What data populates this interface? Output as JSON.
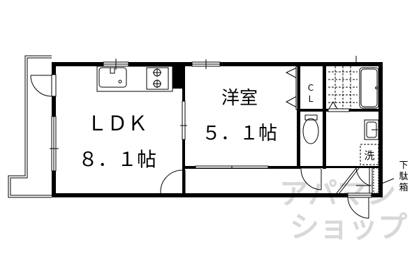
{
  "floor_plan": {
    "rooms": [
      {
        "id": "ldk",
        "name": "ＬＤＫ",
        "size": "８．１帖"
      },
      {
        "id": "western",
        "name": "洋室",
        "size": "５．１帖"
      },
      {
        "id": "closet",
        "name_line1": "C",
        "name_line2": "L"
      },
      {
        "id": "washer",
        "name": "洗"
      },
      {
        "id": "shoe-box",
        "line1": "下",
        "line2": "駄",
        "line3": "箱"
      }
    ],
    "watermark": {
      "line1": "アパマン",
      "line2": "ショップ"
    },
    "colors": {
      "wall": "#000000",
      "background": "#ffffff",
      "watermark": "#d4d4d4"
    }
  }
}
